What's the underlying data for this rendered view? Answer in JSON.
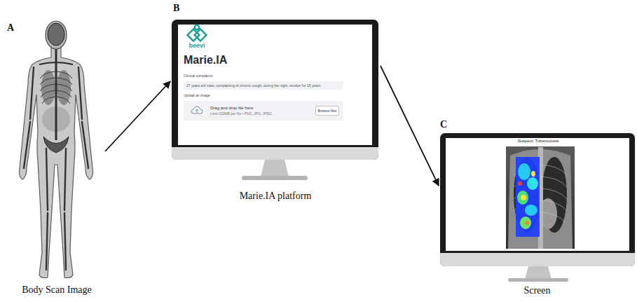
{
  "diagram": {
    "nodes": [
      {
        "text": [
          "Body Scan Image"
        ]
      },
      {
        "text": [
          "Marie.IA platform"
        ]
      },
      {
        "text": [
          "27 years old male, complaining of chronic cough, during the night, smoker for 15 years"
        ],
        "in": 1
      },
      {
        "text": [
          "Drag and drop file here",
          "Limit 200MB per file • PNG, JPG, JPEG"
        ],
        "in": 1
      },
      {
        "text": [
          "Browse files"
        ],
        "in": 3
      },
      {
        "text": [
          "Screen"
        ]
      }
    ],
    "edges": [
      {
        "from": 0,
        "to": 1,
        "arrow": "to"
      },
      {
        "from": 1,
        "to": 5,
        "arrow": "to"
      }
    ],
    "labels": [
      "A",
      "B",
      "beevi",
      "Marie.IA",
      "Clinical complaints",
      "Upload an image",
      "C",
      "Suspect: Tuberculosis"
    ]
  }
}
